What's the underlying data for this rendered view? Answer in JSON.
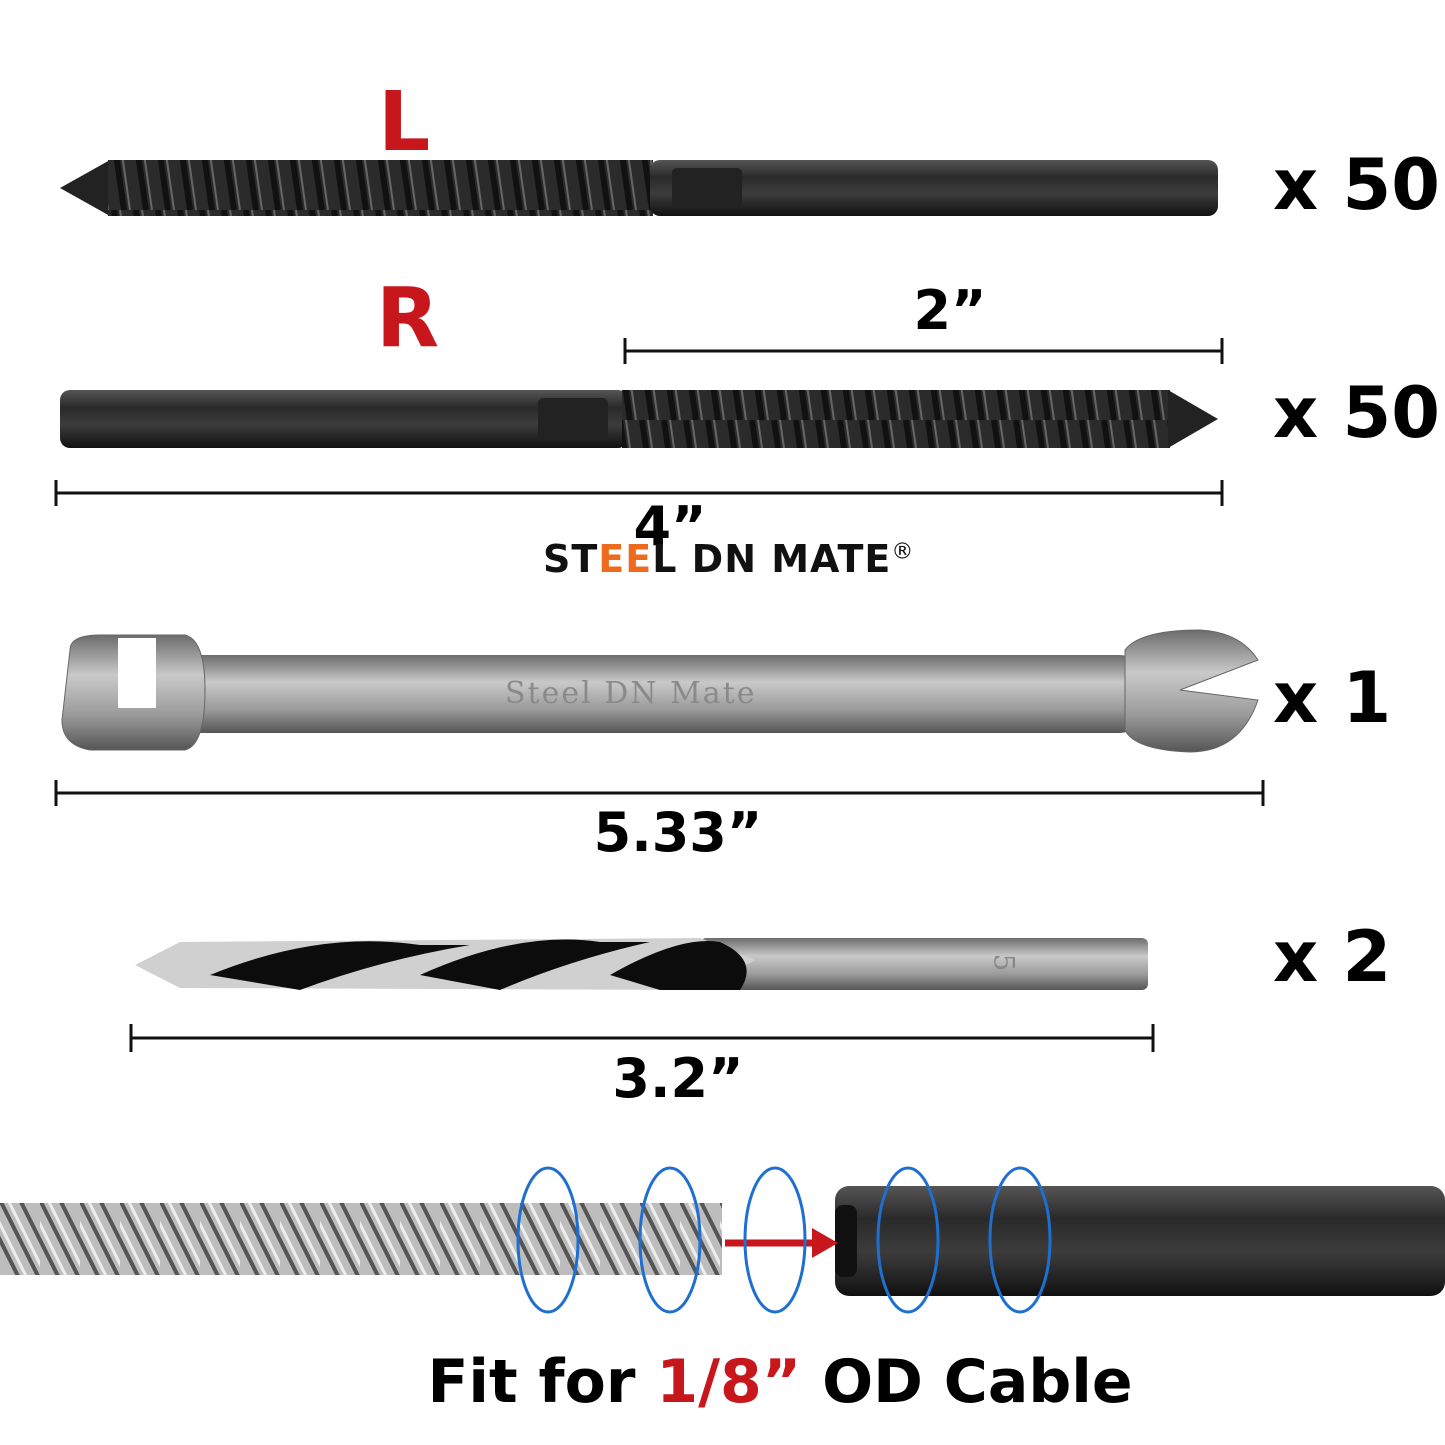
{
  "parts": {
    "left_screw": {
      "label": "L",
      "quantity": "x 50"
    },
    "right_screw": {
      "label": "R",
      "quantity": "x 50",
      "thread_length": "2”",
      "total_length": "4”"
    },
    "wrench": {
      "quantity": "x 1",
      "length": "5.33”",
      "engraving": "Steel DN Mate"
    },
    "drill_bit": {
      "quantity": "x 2",
      "length": "3.2”",
      "engraving": "5"
    }
  },
  "logo": {
    "part1": "ST",
    "part2": "EE",
    "part3": "L DN MATE",
    "mark": "®"
  },
  "footer": {
    "prefix": "Fit for",
    "size": "1/8”",
    "suffix": "OD Cable"
  },
  "colors": {
    "accent_red": "#c8161d",
    "logo_orange": "#ee6a1f",
    "ring_blue": "#1e6fd0"
  }
}
